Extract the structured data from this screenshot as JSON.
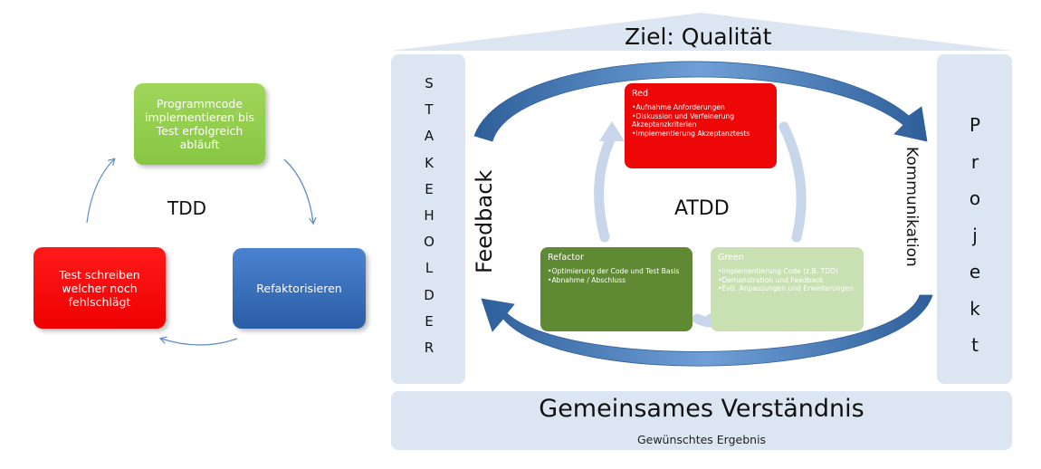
{
  "tdd": {
    "center_label": "TDD",
    "step_green": "Programmcode implementieren bis Test erfolgreich abläuft",
    "step_red": "Test schreiben welcher noch fehlschlägt",
    "step_blue": "Refaktorisieren"
  },
  "house": {
    "roof_title": "Ziel: Qualität",
    "left_pillar_letters": [
      "S",
      "T",
      "A",
      "K",
      "E",
      "H",
      "O",
      "L",
      "D",
      "E",
      "R"
    ],
    "right_pillar_letters": [
      "P",
      "r",
      "o",
      "j",
      "e",
      "k",
      "t"
    ],
    "left_arrow_label": "Feedback",
    "right_arrow_label": "Kommunikation",
    "foundation_title": "Gemeinsames Verständnis",
    "foundation_subtitle": "Gewünschtes Ergebnis"
  },
  "atdd": {
    "center_label": "ATDD",
    "red": {
      "title": "Red",
      "items": [
        "•Aufnahme Anforderungen",
        "•Diskussion und Verfeinerung Akzeptanzkriterien",
        "•Implementierung Akzeptanztests"
      ]
    },
    "refactor": {
      "title": "Refactor",
      "items": [
        "•Optimierung der Code und Test Basis",
        "•Abnahme / Abschluss"
      ]
    },
    "green": {
      "title": "Green",
      "items": [
        "•Implementierung Code (z.B. TDD)",
        "•Demonstration und Feedback",
        "•Evtl. Anpassungen und Erweiterungen"
      ]
    }
  },
  "colors": {
    "tdd_green": "#88c643",
    "tdd_red": "#ee0000",
    "tdd_blue": "#2a5ea6",
    "house_fill": "#dbe6f2",
    "arrow_blue": "#4a86c5",
    "atdd_red": "#ee0707",
    "atdd_refactor": "#5f8a33",
    "atdd_green": "#c9e1b2"
  }
}
